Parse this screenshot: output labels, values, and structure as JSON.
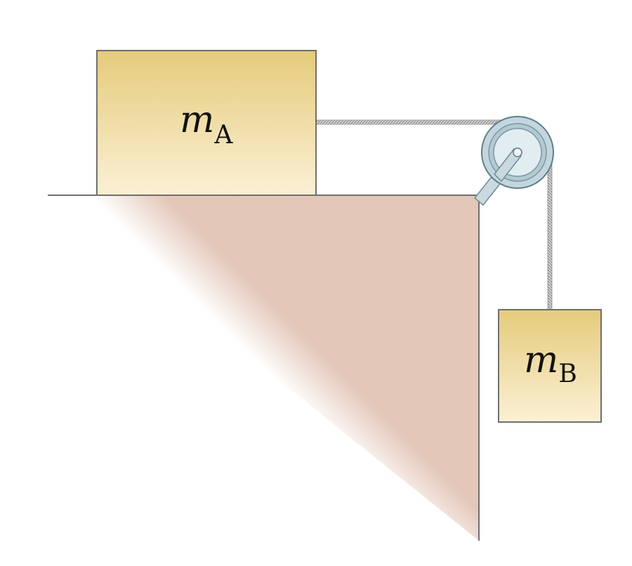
{
  "blocks": {
    "a": {
      "symbol": "m",
      "subscript": "A"
    },
    "b": {
      "symbol": "m",
      "subscript": "B"
    }
  },
  "colors": {
    "block_top": "#e5cb7b",
    "block_bottom": "#fbf0d4",
    "block_edge": "#6f6f6f",
    "table": "#e3c7b9",
    "pulley_rim": "#c3d6de",
    "pulley_inner": "#e1edf1",
    "pulley_edge": "#5e7f8c",
    "bracket": "#c9d9df",
    "rope": "#9a9a9a"
  }
}
